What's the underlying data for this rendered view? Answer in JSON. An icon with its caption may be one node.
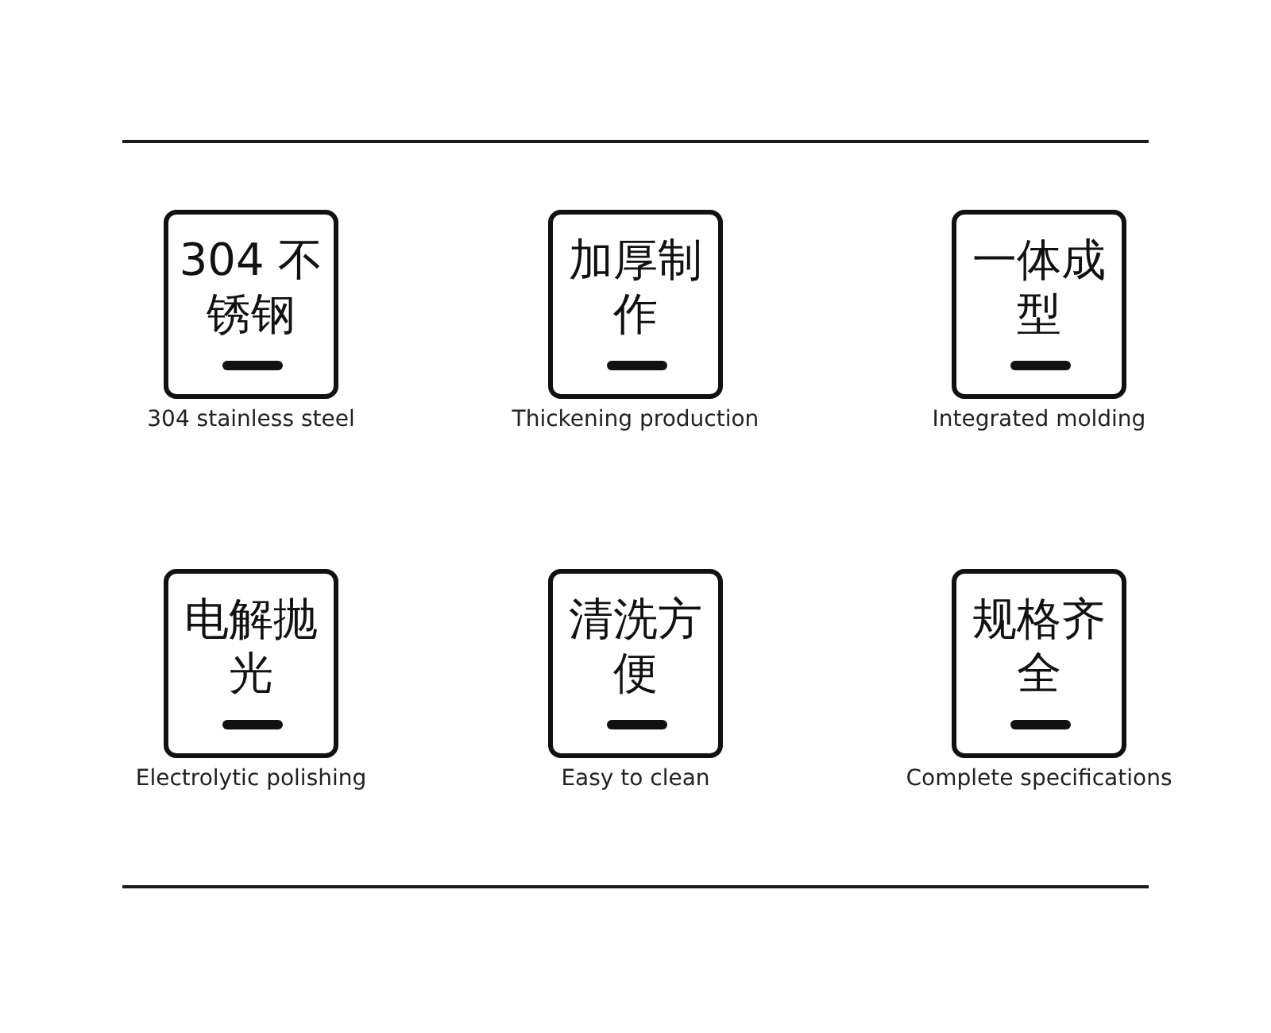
{
  "diagram": {
    "nodes": [
      {
        "text": [
          "304 不锈钢"
        ],
        "beside": [
          "304 stainless steel"
        ]
      },
      {
        "text": [
          "加厚制作"
        ],
        "beside": [
          "Thickening production"
        ]
      },
      {
        "text": [
          "一体成型"
        ],
        "beside": [
          "Integrated molding"
        ]
      },
      {
        "text": [
          "电解抛光"
        ],
        "beside": [
          "Electrolytic polishing"
        ]
      },
      {
        "text": [
          "清洗方便"
        ],
        "beside": [
          "Easy to clean"
        ]
      },
      {
        "text": [
          "规格齐全"
        ],
        "beside": [
          "Complete specifications"
        ]
      }
    ]
  }
}
